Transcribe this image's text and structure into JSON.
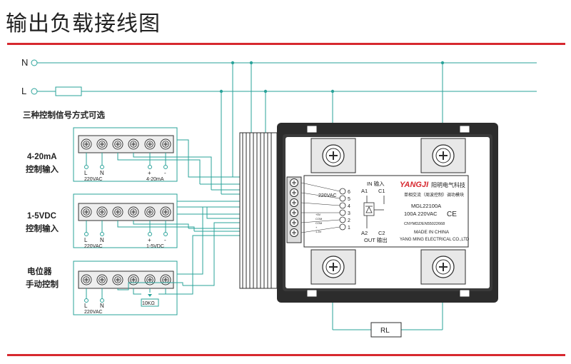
{
  "title": "输出负载接线图",
  "colors": {
    "accent_red": "#d7282f",
    "wire_green": "#2aa39a",
    "module_dark": "#2c2c2c",
    "label_red": "#d7282f"
  },
  "power": {
    "n_label": "N",
    "l_label": "L"
  },
  "options_heading": "三种控制信号方式可选",
  "terminal_blocks": [
    {
      "title_line1": "4-20mA",
      "title_line2": "控制输入",
      "term_l": "L",
      "term_n": "N",
      "supply": "220VAC",
      "plus": "+",
      "minus": "-",
      "signal": "4-20mA"
    },
    {
      "title_line1": "1-5VDC",
      "title_line2": "控制输入",
      "term_l": "L",
      "term_n": "N",
      "supply": "220VAC",
      "plus": "+",
      "minus": "-",
      "signal": "1-5VDC"
    },
    {
      "title_line1": "电位器",
      "title_line2": "手动控制",
      "term_l": "L",
      "term_n": "N",
      "supply": "220VAC",
      "resistor": "10KΩ"
    }
  ],
  "module": {
    "brand": "YANGJI",
    "brand_cn": "阳明电气科技",
    "desc": "单相交流（周波控制）调功模块",
    "model": "MGL22100A",
    "rating": "100A 220VAC",
    "ce": "CE",
    "std": "CNYMDZ/EN55022668",
    "made_in": "MADE IN CHINA",
    "company": "YANG MING ELECTRICAL CO.,LTD",
    "in_label": "IN 输入",
    "out_label": "OUT 输出",
    "a1": "A1",
    "c1": "C1",
    "a2": "A2",
    "c2": "C2",
    "supply": "220VAC",
    "pin_numbers": [
      "6",
      "5",
      "4",
      "3",
      "2",
      "1"
    ],
    "small_labels": [
      "+5V",
      "COM",
      "COM",
      "+",
      "1-5V"
    ]
  },
  "load": {
    "label": "RL"
  }
}
